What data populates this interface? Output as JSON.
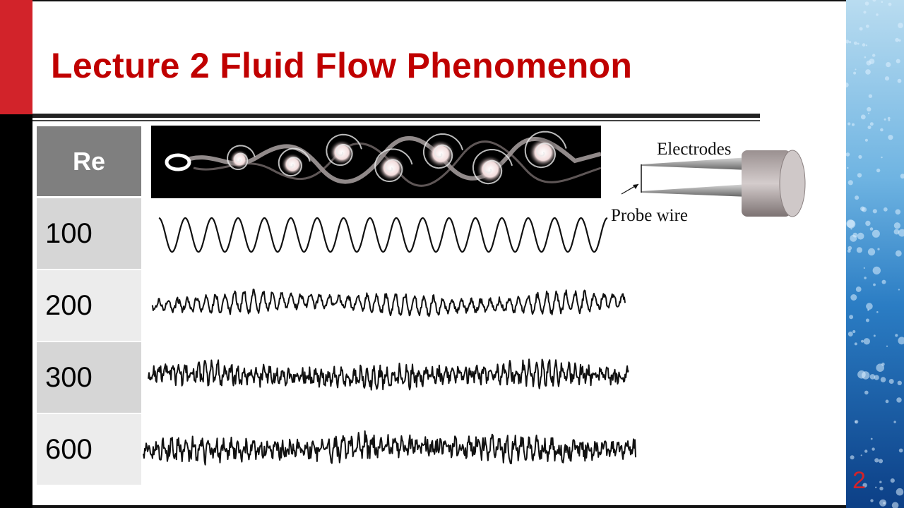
{
  "slide": {
    "title": "Lecture 2 Fluid Flow Phenomenon",
    "slide_number": "2"
  },
  "table": {
    "header": "Re",
    "rows": [
      "100",
      "200",
      "300",
      "600"
    ]
  },
  "diagram": {
    "electrodes_label": "Electrodes",
    "probe_wire_label": "Probe wire"
  },
  "colors": {
    "accent_red": "#d2232a",
    "title_red": "#c00000",
    "header_gray": "#7f7f7f",
    "row_dark": "#d6d6d6",
    "row_light": "#ececec"
  }
}
